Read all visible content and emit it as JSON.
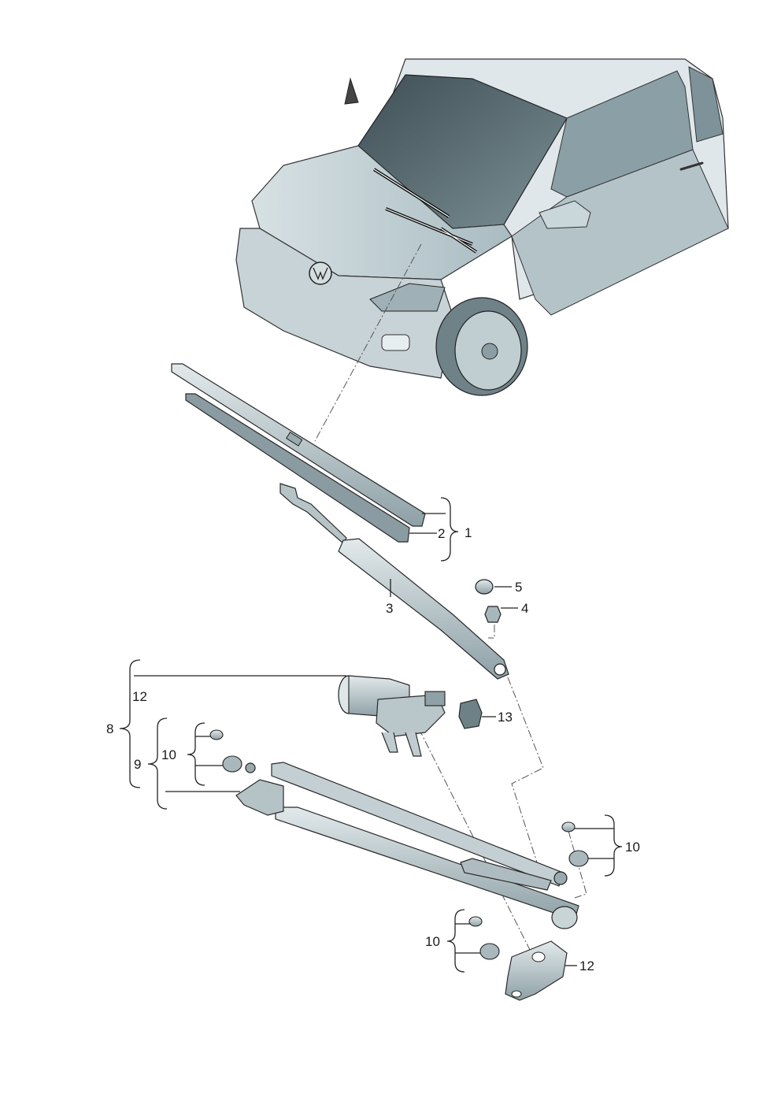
{
  "callouts": {
    "c1": "1",
    "c2": "2",
    "c3": "3",
    "c4": "4",
    "c5": "5",
    "c8": "8",
    "c9": "9",
    "c10a": "10",
    "c10b": "10",
    "c10c": "10",
    "c12a": "12",
    "c12b": "12",
    "c13": "13"
  },
  "colors": {
    "car_body": "#c9d6da",
    "car_shade": "#9fb2b8",
    "glass": "#5c6e74",
    "part_fill": "#c4cfd3",
    "part_dark": "#7f9197",
    "line": "#222222"
  }
}
